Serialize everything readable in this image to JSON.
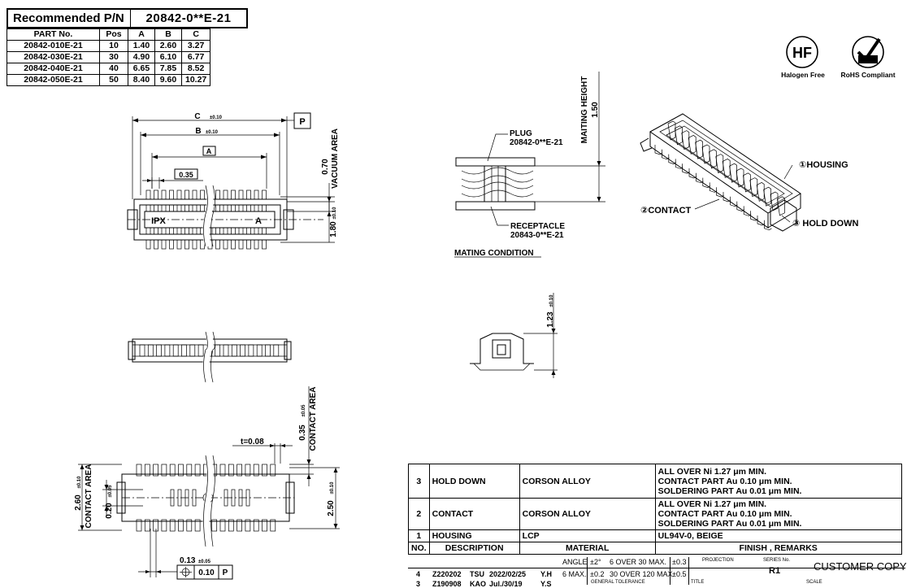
{
  "recommended": {
    "label": "Recommended P/N",
    "value": "20842-0**E-21"
  },
  "part_table": {
    "headers": [
      "PART No.",
      "Pos",
      "A",
      "B",
      "C"
    ],
    "rows": [
      [
        "20842-010E-21",
        "10",
        "1.40",
        "2.60",
        "3.27"
      ],
      [
        "20842-030E-21",
        "30",
        "4.90",
        "6.10",
        "6.77"
      ],
      [
        "20842-040E-21",
        "40",
        "6.65",
        "7.85",
        "8.52"
      ],
      [
        "20842-050E-21",
        "50",
        "8.40",
        "9.60",
        "10.27"
      ]
    ]
  },
  "badges": {
    "hf_symbol": "HF",
    "hf_label": "Halogen Free",
    "rohs_label": "RoHS Compliant"
  },
  "top_view": {
    "c_dim": "C",
    "c_tol": "±0.10",
    "b_dim": "B",
    "b_tol": "±0.10",
    "a_dim": "A",
    "pitch": "0.35",
    "datum_p": "P",
    "marking_left": "IPX",
    "marking_right": "A",
    "vac_value": "0.70",
    "vac_label": "VACUUM AREA",
    "width_value": "1.80",
    "width_tol": "±0.10"
  },
  "mating": {
    "height_label": "MAITING HEIGHT",
    "height_value": "1.50",
    "plug_label": "PLUG",
    "plug_pn": "20842-0**E-21",
    "rec_label": "RECEPTACLE",
    "rec_pn": "20843-0**E-21",
    "caption": "MATING CONDITION"
  },
  "iso_labels": {
    "housing": "①HOUSING",
    "contact": "②CONTACT",
    "hold_down": "③ HOLD DOWN"
  },
  "side_view": {
    "height_value": "1.23",
    "height_tol": "±0.10"
  },
  "bottom_view": {
    "t_label": "t=0.08",
    "contact_value": "0.35",
    "contact_tol": "±0.05",
    "contact_label": "CONTACT AREA",
    "left_value": "2.60",
    "left_tol": "±0.10",
    "left_label": "CONTACT AREA",
    "inner_value": "0.20",
    "inner_tol": "±0.05",
    "right_value": "2.50",
    "right_tol": "±0.10",
    "pos_value": "0.13",
    "pos_tol": "±0.05",
    "fcf_value": "0.10",
    "fcf_datum": "P"
  },
  "materials": {
    "rows": [
      {
        "no": "3",
        "desc": "HOLD DOWN",
        "mat": "CORSON ALLOY",
        "finish": [
          "ALL OVER Ni 1.27 μm MIN.",
          "CONTACT PART Au 0.10 μm MIN.",
          "SOLDERING PART Au 0.01 μm MIN."
        ]
      },
      {
        "no": "2",
        "desc": "CONTACT",
        "mat": "CORSON ALLOY",
        "finish": [
          "ALL OVER Ni 1.27 μm MIN.",
          "CONTACT PART Au 0.10 μm MIN.",
          "SOLDERING PART Au 0.01 μm MIN."
        ]
      },
      {
        "no": "1",
        "desc": "HOUSING",
        "mat": "LCP",
        "finish": [
          "UL94V-0, BEIGE"
        ]
      }
    ],
    "header": {
      "no": "NO.",
      "desc": "DESCRIPTION",
      "mat": "MATERIAL",
      "finish": "FINISH , REMARKS"
    }
  },
  "revision": {
    "angle_label": "ANGLE",
    "angle_tol": "±2°",
    "tol1_range": "6 OVER 30 MAX.",
    "tol1_val": "±0.3",
    "tol2_range": "6 MAX.",
    "tol2_val": "±0.2",
    "tol3_range": "30 OVER 120 MAX.",
    "tol3_val": "±0.5",
    "rev4_no": "4",
    "rev4_code": "Z220202",
    "rev4_by": "TSU",
    "rev4_date": "2022/02/25",
    "rev4_chk": "Y.H",
    "rev3_no": "3",
    "rev3_code": "Z190908",
    "rev3_by": "KAO",
    "rev3_date": "Jul./30/19",
    "rev3_chk": "Y.S",
    "general_tol": "GENERAL TOLERANCE",
    "projection": "PROJECTION",
    "series_label": "SERIES No.",
    "series_value": "R1",
    "title_label": "TITLE",
    "scale_label": "SCALE",
    "customer_copy": "CUSTOMER COPY"
  }
}
